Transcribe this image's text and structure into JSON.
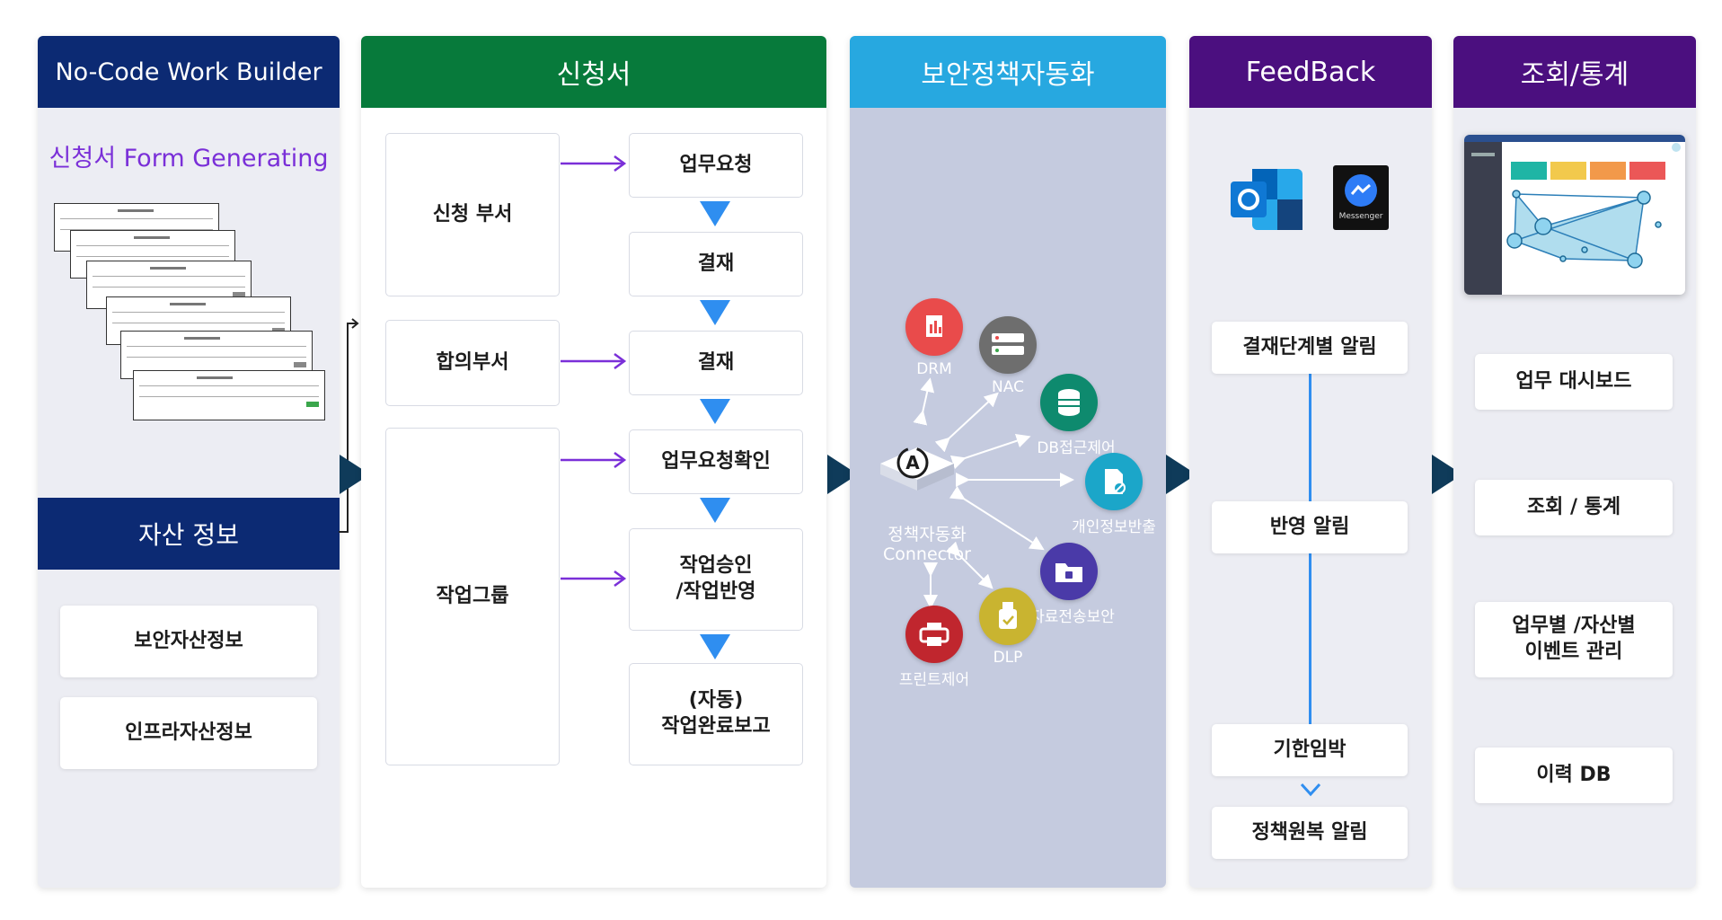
{
  "col1": {
    "title": "No-Code Work Builder",
    "subtitle": "신청서 Form Generating",
    "asset_title": "자산 정보",
    "items": [
      "보안자산정보",
      "인프라자산정보"
    ]
  },
  "col2": {
    "title": "신청서",
    "groups": [
      "신청 부서",
      "합의부서",
      "작업그룹"
    ],
    "steps": [
      "업무요청",
      "결재",
      "결재",
      "업무요청확인",
      "작업승인\n/작업반영",
      "(자동)\n작업완료보고"
    ]
  },
  "col3": {
    "title": "보안정책자동화",
    "connector_line1": "정책자동화",
    "connector_line2": "Connector",
    "services": [
      "DRM",
      "NAC",
      "DB접근제어",
      "개인정보반출",
      "자료전송보안",
      "DLP",
      "프린트제어"
    ]
  },
  "col4": {
    "title": "FeedBack",
    "messenger_label": "Messenger",
    "items": [
      "결재단계별 알림",
      "반영 알림",
      "기한임박",
      "정책원복 알림"
    ]
  },
  "col5": {
    "title": "조회/통계",
    "items": [
      "업무 대시보드",
      "조회 / 통계",
      "업무별 /자산별\n이벤트 관리",
      "이력 DB"
    ]
  },
  "colors": {
    "navy": "#0c2a73",
    "green": "#077a3b",
    "sky": "#27a8e0",
    "purple": "#4b0f7f",
    "violet": "#7a2fd8",
    "blue": "#2f8ef0"
  }
}
